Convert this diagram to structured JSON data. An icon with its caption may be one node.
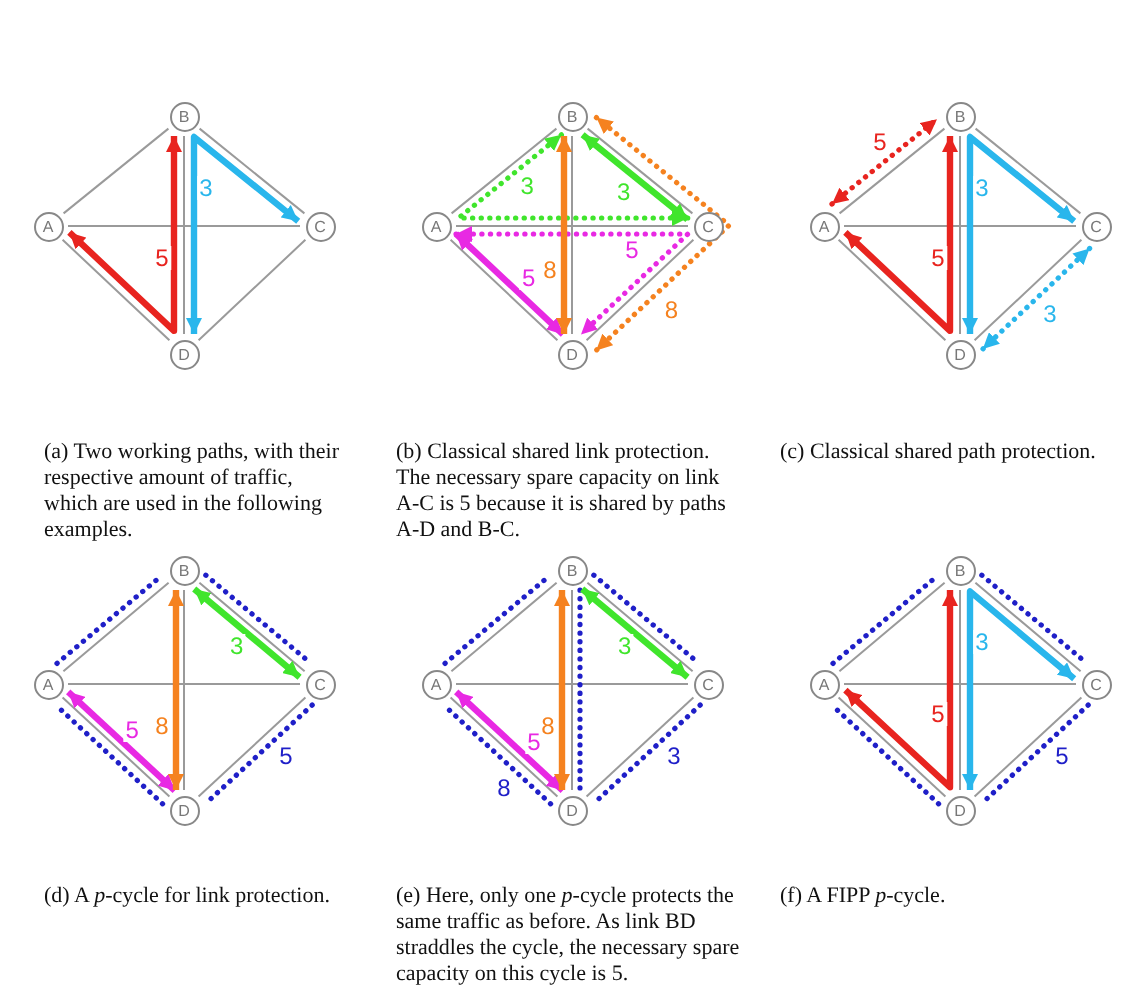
{
  "diagram": {
    "nodes": [
      {
        "text": [
          "A"
        ]
      },
      {
        "text": [
          "B"
        ]
      },
      {
        "text": [
          "C"
        ]
      },
      {
        "text": [
          "D"
        ]
      },
      {
        "text": [
          "A"
        ]
      },
      {
        "text": [
          "B"
        ]
      },
      {
        "text": [
          "C"
        ]
      },
      {
        "text": [
          "D"
        ]
      },
      {
        "text": [
          "A"
        ]
      },
      {
        "text": [
          "B"
        ]
      },
      {
        "text": [
          "C"
        ]
      },
      {
        "text": [
          "D"
        ]
      },
      {
        "text": [
          "A"
        ]
      },
      {
        "text": [
          "B"
        ]
      },
      {
        "text": [
          "C"
        ]
      },
      {
        "text": [
          "D"
        ]
      },
      {
        "text": [
          "A"
        ]
      },
      {
        "text": [
          "B"
        ]
      },
      {
        "text": [
          "C"
        ]
      },
      {
        "text": [
          "D"
        ]
      },
      {
        "text": [
          "A"
        ]
      },
      {
        "text": [
          "B"
        ]
      },
      {
        "text": [
          "C"
        ]
      },
      {
        "text": [
          "D"
        ]
      }
    ],
    "edges": [
      {
        "from": 0,
        "to": 1,
        "arrow": "none"
      },
      {
        "from": 1,
        "to": 2,
        "arrow": "none"
      },
      {
        "from": 2,
        "to": 3,
        "arrow": "none"
      },
      {
        "from": 3,
        "to": 0,
        "arrow": "none"
      },
      {
        "from": 0,
        "to": 2,
        "arrow": "none"
      },
      {
        "from": 1,
        "to": 3,
        "arrow": "none"
      },
      {
        "from": 1,
        "to": 0,
        "arrow": "both",
        "label": "5",
        "style": "thick",
        "color": "#e8241f"
      },
      {
        "from": 2,
        "to": 3,
        "arrow": "both",
        "label": "3",
        "style": "thick",
        "color": "#29b6ec"
      },
      {
        "from": 4,
        "to": 5,
        "arrow": "none"
      },
      {
        "from": 5,
        "to": 6,
        "arrow": "none"
      },
      {
        "from": 6,
        "to": 7,
        "arrow": "none"
      },
      {
        "from": 7,
        "to": 4,
        "arrow": "none"
      },
      {
        "from": 4,
        "to": 6,
        "arrow": "none"
      },
      {
        "from": 5,
        "to": 7,
        "arrow": "none"
      },
      {
        "from": 5,
        "to": 6,
        "arrow": "both",
        "label": "3",
        "style": "thick",
        "color": "#40e52c"
      },
      {
        "from": 5,
        "to": 6,
        "arrow": "both",
        "label": "3",
        "style": "dashed",
        "color": "#40e52c"
      },
      {
        "from": 4,
        "to": 7,
        "arrow": "both",
        "label": "5",
        "style": "thick",
        "color": "#e829e3"
      },
      {
        "from": 4,
        "to": 7,
        "arrow": "both",
        "label": "5",
        "style": "dashed",
        "color": "#e829e3"
      },
      {
        "from": 5,
        "to": 7,
        "arrow": "both",
        "label": "8",
        "style": "thick",
        "color": "#f5821f"
      },
      {
        "from": 5,
        "to": 7,
        "arrow": "both",
        "label": "8",
        "style": "dashed",
        "color": "#f5821f"
      },
      {
        "from": 8,
        "to": 9,
        "arrow": "none"
      },
      {
        "from": 9,
        "to": 10,
        "arrow": "none"
      },
      {
        "from": 10,
        "to": 11,
        "arrow": "none"
      },
      {
        "from": 11,
        "to": 8,
        "arrow": "none"
      },
      {
        "from": 8,
        "to": 10,
        "arrow": "none"
      },
      {
        "from": 9,
        "to": 11,
        "arrow": "none"
      },
      {
        "from": 9,
        "to": 8,
        "arrow": "both",
        "label": "5",
        "style": "thick",
        "color": "#e8241f"
      },
      {
        "from": 10,
        "to": 11,
        "arrow": "both",
        "label": "3",
        "style": "thick",
        "color": "#29b6ec"
      },
      {
        "from": 8,
        "to": 9,
        "arrow": "both",
        "label": "5",
        "style": "dashed",
        "color": "#e8241f"
      },
      {
        "from": 10,
        "to": 11,
        "arrow": "both",
        "label": "3",
        "style": "dashed",
        "color": "#29b6ec"
      },
      {
        "from": 12,
        "to": 13,
        "arrow": "none"
      },
      {
        "from": 13,
        "to": 14,
        "arrow": "none"
      },
      {
        "from": 14,
        "to": 15,
        "arrow": "none"
      },
      {
        "from": 15,
        "to": 12,
        "arrow": "none"
      },
      {
        "from": 12,
        "to": 14,
        "arrow": "none"
      },
      {
        "from": 13,
        "to": 15,
        "arrow": "none"
      },
      {
        "from": 12,
        "to": 13,
        "arrow": "none",
        "style": "dashed",
        "color": "#1f1fc8"
      },
      {
        "from": 13,
        "to": 14,
        "arrow": "none",
        "style": "dashed",
        "color": "#1f1fc8"
      },
      {
        "from": 14,
        "to": 15,
        "arrow": "none",
        "label": "5",
        "style": "dashed",
        "color": "#1f1fc8"
      },
      {
        "from": 15,
        "to": 12,
        "arrow": "none",
        "style": "dashed",
        "color": "#1f1fc8"
      },
      {
        "from": 13,
        "to": 14,
        "arrow": "both",
        "label": "3",
        "style": "thick",
        "color": "#40e52c"
      },
      {
        "from": 12,
        "to": 15,
        "arrow": "both",
        "label": "5",
        "style": "thick",
        "color": "#e829e3"
      },
      {
        "from": 13,
        "to": 15,
        "arrow": "both",
        "label": "8",
        "style": "thick",
        "color": "#f5821f"
      },
      {
        "from": 16,
        "to": 17,
        "arrow": "none"
      },
      {
        "from": 17,
        "to": 18,
        "arrow": "none"
      },
      {
        "from": 18,
        "to": 19,
        "arrow": "none"
      },
      {
        "from": 19,
        "to": 16,
        "arrow": "none"
      },
      {
        "from": 16,
        "to": 18,
        "arrow": "none"
      },
      {
        "from": 17,
        "to": 19,
        "arrow": "none"
      },
      {
        "from": 16,
        "to": 17,
        "arrow": "none",
        "style": "dashed",
        "color": "#1f1fc8"
      },
      {
        "from": 17,
        "to": 18,
        "arrow": "none",
        "style": "dashed",
        "color": "#1f1fc8"
      },
      {
        "from": 18,
        "to": 19,
        "arrow": "none",
        "label": "3",
        "style": "dashed",
        "color": "#1f1fc8"
      },
      {
        "from": 19,
        "to": 16,
        "arrow": "none",
        "label": "8",
        "style": "dashed",
        "color": "#1f1fc8"
      },
      {
        "from": 17,
        "to": 19,
        "arrow": "none",
        "style": "dashed",
        "color": "#1f1fc8"
      },
      {
        "from": 17,
        "to": 18,
        "arrow": "both",
        "label": "3",
        "style": "thick",
        "color": "#40e52c"
      },
      {
        "from": 16,
        "to": 19,
        "arrow": "both",
        "label": "5",
        "style": "thick",
        "color": "#e829e3"
      },
      {
        "from": 17,
        "to": 19,
        "arrow": "both",
        "label": "8",
        "style": "thick",
        "color": "#f5821f"
      },
      {
        "from": 20,
        "to": 21,
        "arrow": "none"
      },
      {
        "from": 21,
        "to": 22,
        "arrow": "none"
      },
      {
        "from": 22,
        "to": 23,
        "arrow": "none"
      },
      {
        "from": 23,
        "to": 20,
        "arrow": "none"
      },
      {
        "from": 20,
        "to": 22,
        "arrow": "none"
      },
      {
        "from": 21,
        "to": 23,
        "arrow": "none"
      },
      {
        "from": 20,
        "to": 21,
        "arrow": "none",
        "style": "dashed",
        "color": "#1f1fc8"
      },
      {
        "from": 21,
        "to": 22,
        "arrow": "none",
        "style": "dashed",
        "color": "#1f1fc8"
      },
      {
        "from": 22,
        "to": 23,
        "arrow": "none",
        "label": "5",
        "style": "dashed",
        "color": "#1f1fc8"
      },
      {
        "from": 23,
        "to": 20,
        "arrow": "none",
        "style": "dashed",
        "color": "#1f1fc8"
      },
      {
        "from": 21,
        "to": 20,
        "arrow": "both",
        "label": "5",
        "style": "thick",
        "color": "#e8241f"
      },
      {
        "from": 22,
        "to": 23,
        "arrow": "both",
        "label": "3",
        "style": "thick",
        "color": "#29b6ec"
      }
    ],
    "labels": [
      "(a) Two working paths, with their respective amount of traffic, which are used in the following examples.",
      "(b) Classical shared link protection. The necessary spare capacity on link A-C is 5 because it is shared by paths A-D and B-C.",
      "(c) Classical shared path protection.",
      "(d) A *p*-cycle for link protection.",
      "(e) Here, only one *p*-cycle protects the same traffic as before. As link BD straddles the cycle, the necessary spare capacity on this cycle is 5.",
      "(f) A FIPP *p*-cycle."
    ]
  }
}
